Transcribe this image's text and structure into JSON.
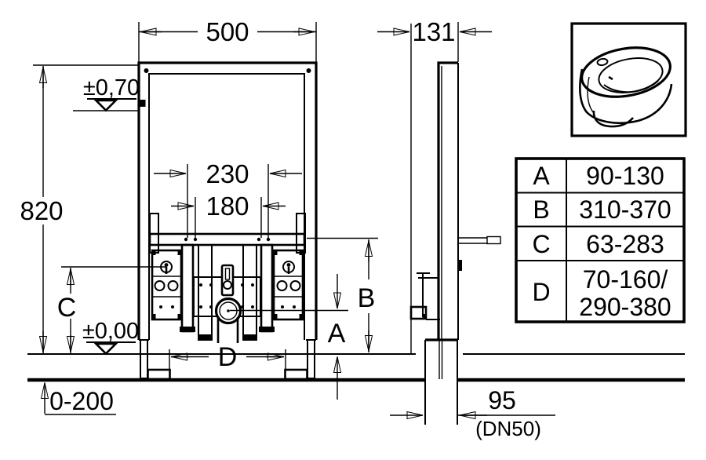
{
  "front_view": {
    "width": "500",
    "height": "820",
    "top_level": "±0,70",
    "floor_level": "±0,00",
    "stud_spacing_outer": "230",
    "stud_spacing_inner": "180",
    "dim_c": "C",
    "dim_d": "D",
    "floor_buildup": "0-200"
  },
  "side_view": {
    "depth": "131",
    "dim_a": "A",
    "dim_b": "B",
    "drain_offset": "95",
    "drain_note": "(DN50)"
  },
  "legend_table": {
    "rows": [
      {
        "key": "A",
        "line1": "90-130",
        "line2": ""
      },
      {
        "key": "B",
        "line1": "310-370",
        "line2": ""
      },
      {
        "key": "C",
        "line1": "63-283",
        "line2": ""
      },
      {
        "key": "D",
        "line1": "70-160/",
        "line2": "290-380"
      }
    ]
  },
  "colors": {
    "ink": "#000000",
    "paper": "#ffffff"
  }
}
